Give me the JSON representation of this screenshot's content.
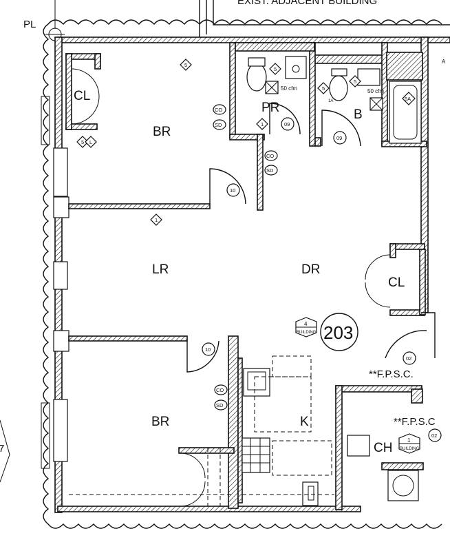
{
  "header": {
    "adjacent_text": "EXIST. ADJACENT BUILDING"
  },
  "property_line": "PL",
  "unit_number": "203",
  "rooms": {
    "br_top": "BR",
    "br_bottom": "BR",
    "lr": "LR",
    "dr": "DR",
    "pr": "PR",
    "b": "B",
    "k": "K",
    "ch": "CH",
    "cl_top": "CL",
    "cl_right": "CL"
  },
  "notes": {
    "fpsc_1": "**F.P.S.C.",
    "fpsc_2": "**F.P.S.C",
    "vent_pr": "50 cfm",
    "vent_b": "50 cfm",
    "edge_left": "7",
    "edge_right_a": "A"
  },
  "detectors": {
    "co": "CO",
    "sd": "SD"
  },
  "door_tags": {
    "d09": "09",
    "d10": "10",
    "d02": "02"
  },
  "wall_tags": {
    "t1": "1",
    "t5": "5",
    "t5a": "5A",
    "t1a": "1A",
    "t4": "4",
    "tL": "L"
  },
  "building_tag": "BUILDING"
}
